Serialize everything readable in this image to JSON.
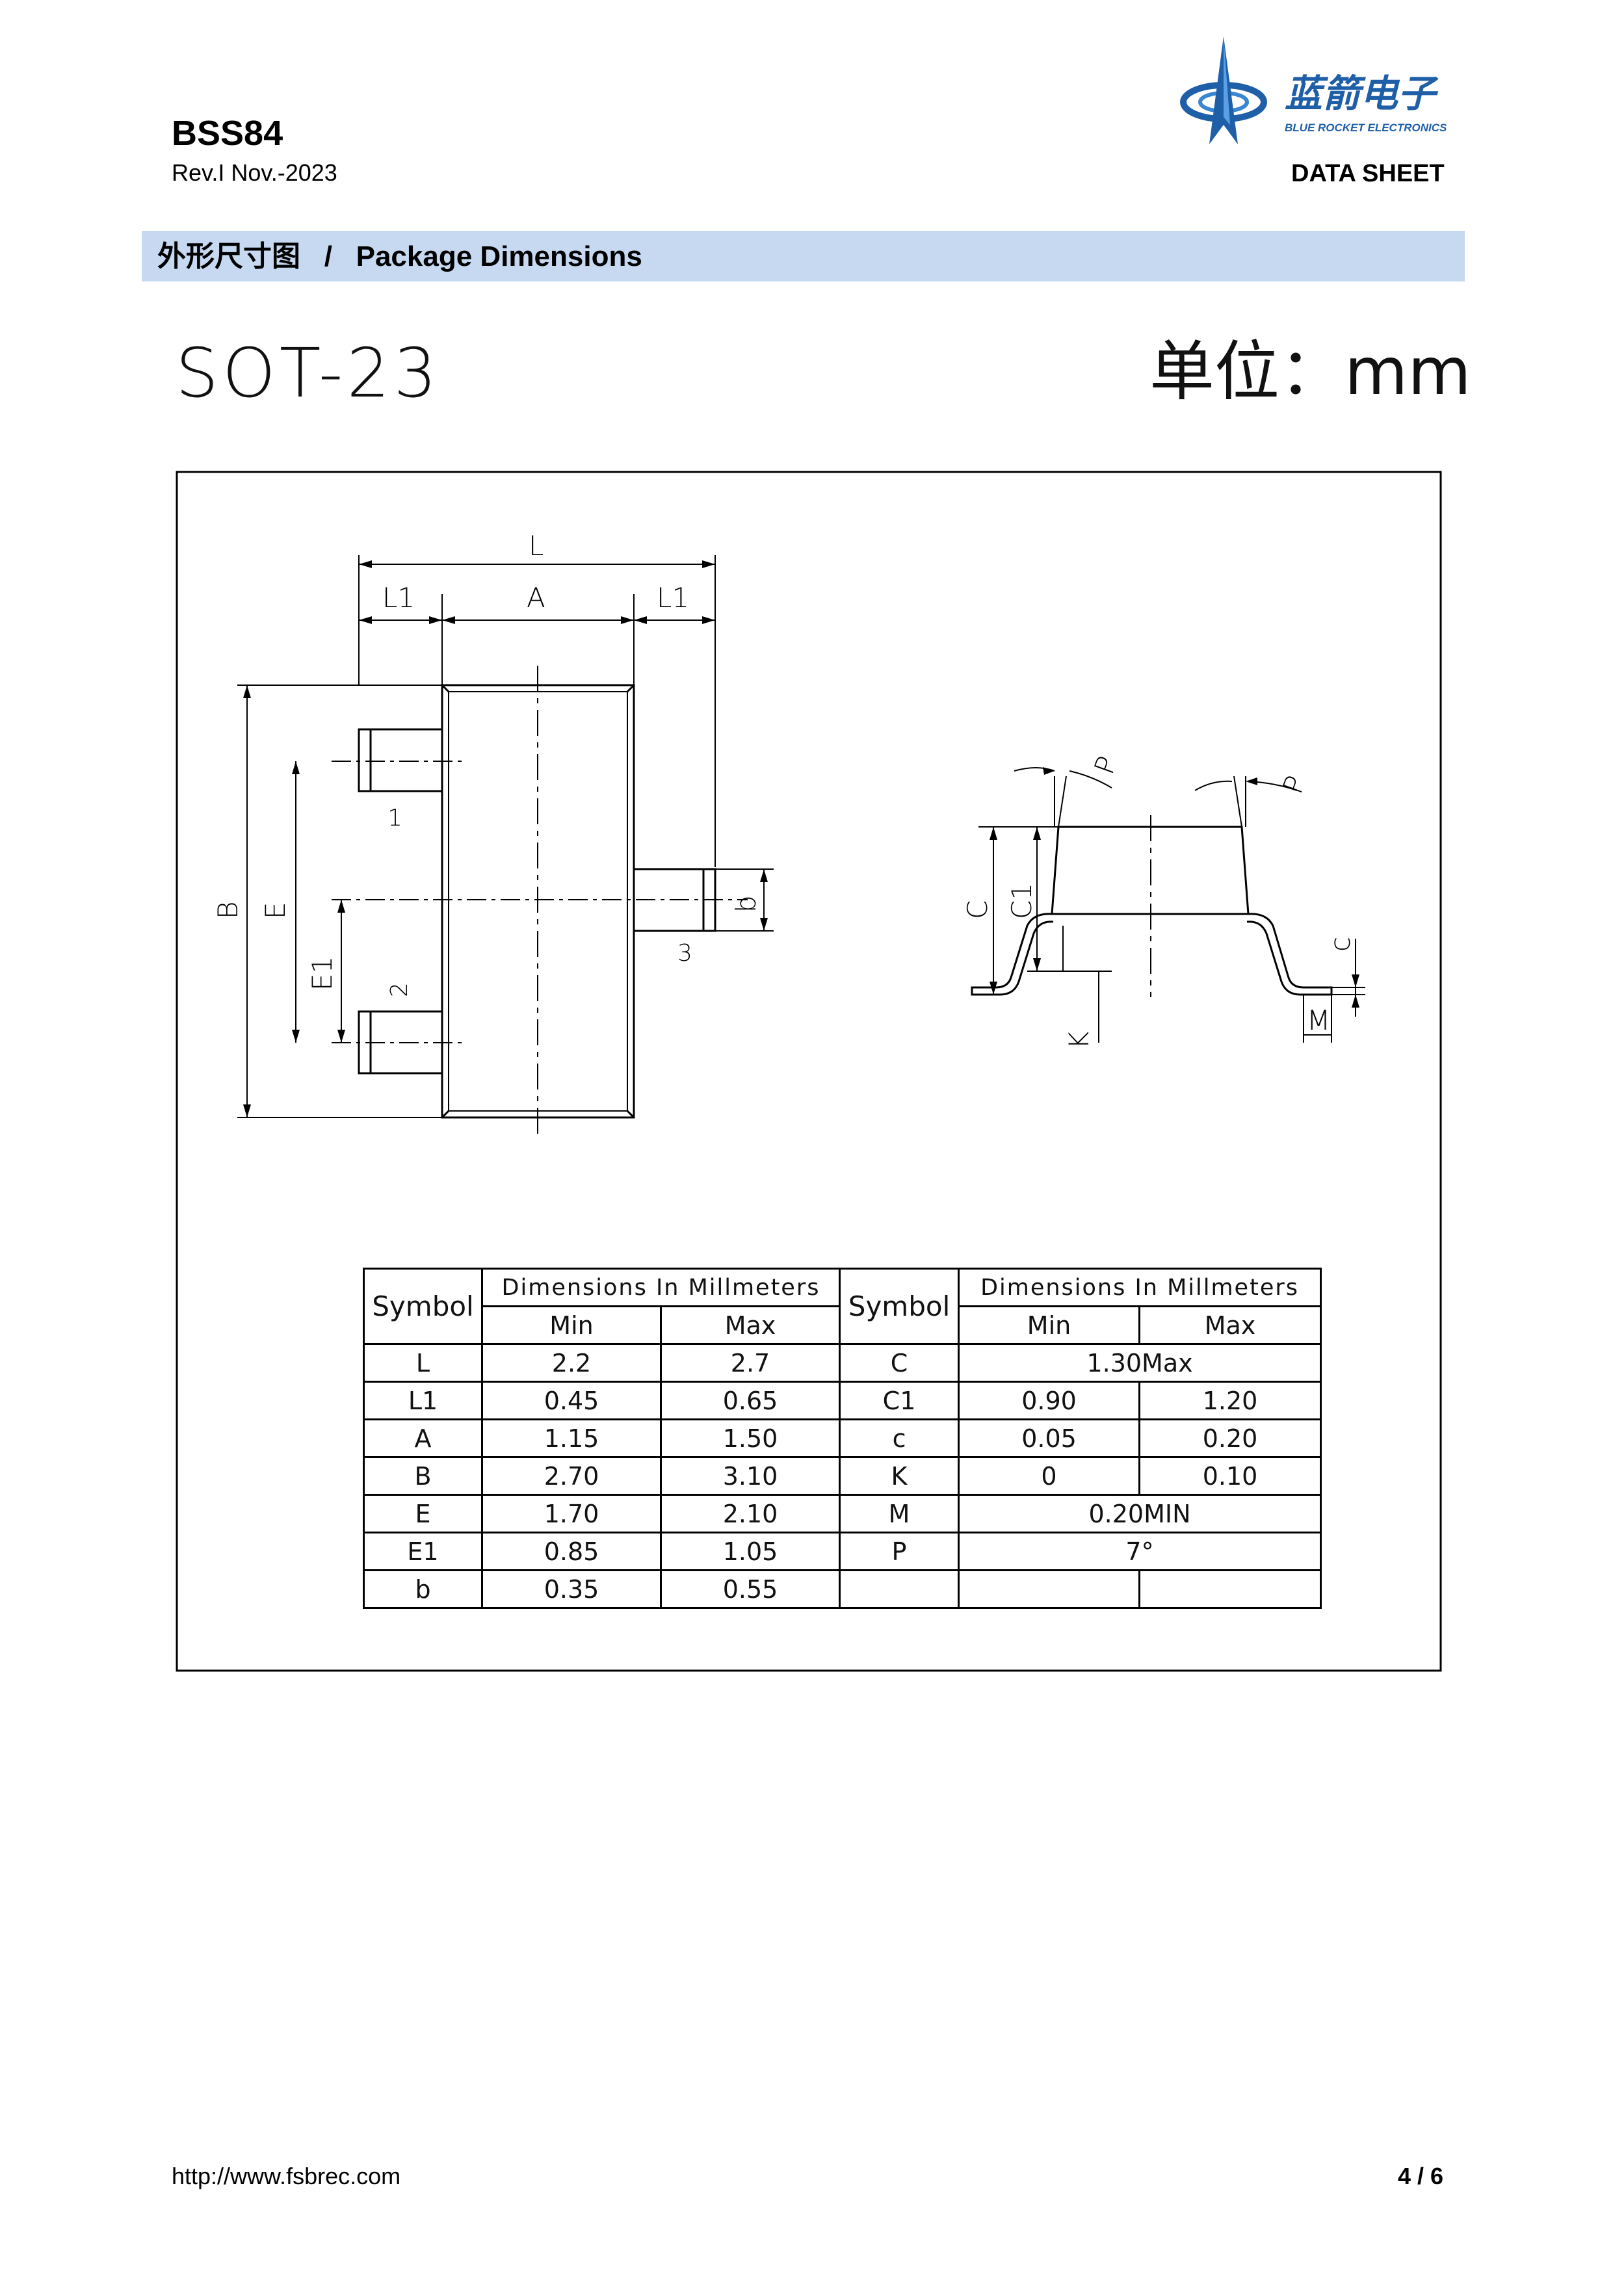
{
  "header": {
    "part_number": "BSS84",
    "revision": "Rev.I Nov.-2023",
    "doc_type": "DATA SHEET",
    "logo_cn": "蓝箭电子",
    "logo_en": "BLUE ROCKET ELECTRONICS"
  },
  "section": {
    "title_cn": "外形尺寸图",
    "separator": "/",
    "title_en": "Package Dimensions"
  },
  "package_name": "SOT-23",
  "unit_label": "单位：mm",
  "drawing": {
    "labels": {
      "L": "L",
      "L1": "L1",
      "A": "A",
      "B": "B",
      "E": "E",
      "E1": "E1",
      "b": "b",
      "pin1": "1",
      "pin2": "2",
      "pin3": "3",
      "C": "C",
      "C1": "C1",
      "c": "c",
      "K": "K",
      "M": "M",
      "P": "P"
    }
  },
  "table": {
    "col_symbol": "Symbol",
    "col_dims": "Dimensions In Millmeters",
    "col_min": "Min",
    "col_max": "Max",
    "left_rows": [
      {
        "symbol": "L",
        "min": "2.2",
        "max": "2.7"
      },
      {
        "symbol": "L1",
        "min": "0.45",
        "max": "0.65"
      },
      {
        "symbol": "A",
        "min": "1.15",
        "max": "1.50"
      },
      {
        "symbol": "B",
        "min": "2.70",
        "max": "3.10"
      },
      {
        "symbol": "E",
        "min": "1.70",
        "max": "2.10"
      },
      {
        "symbol": "E1",
        "min": "0.85",
        "max": "1.05"
      },
      {
        "symbol": "b",
        "min": "0.35",
        "max": "0.55"
      }
    ],
    "right_rows": [
      {
        "symbol": "C",
        "value": "1.30Max"
      },
      {
        "symbol": "C1",
        "min": "0.90",
        "max": "1.20"
      },
      {
        "symbol": "c",
        "min": "0.05",
        "max": "0.20"
      },
      {
        "symbol": "K",
        "min": "0",
        "max": "0.10"
      },
      {
        "symbol": "M",
        "value": "0.20MIN"
      },
      {
        "symbol": "P",
        "value": "7°"
      },
      {
        "symbol": "",
        "min": "",
        "max": ""
      }
    ]
  },
  "footer": {
    "website": "http://www.fsbrec.com",
    "page": "4 / 6"
  },
  "colors": {
    "section_bar": "#c6d9f1",
    "logo_blue": "#1f5fa8"
  }
}
